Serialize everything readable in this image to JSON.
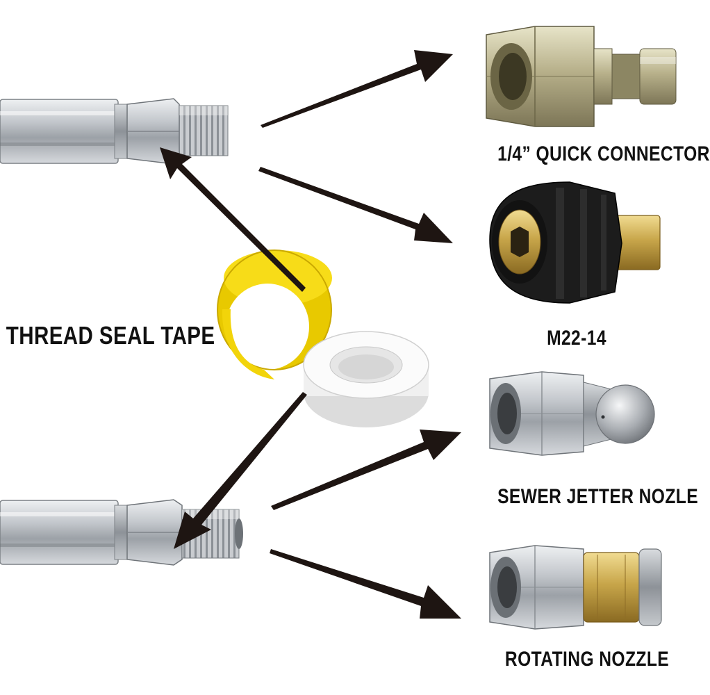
{
  "labels": {
    "quick_connector": "1/4” QUICK CONNECTOR",
    "m22": "M22-14",
    "sewer_nozzle": "SEWER JETTER NOZLE",
    "rotating_nozzle": "ROTATING NOZZLE",
    "thread_seal_tape": "THREAD SEAL TAPE"
  },
  "colors": {
    "steel": "#b8bcc2",
    "brass": "#c8a64a",
    "black_coupler": "#1c1c1c",
    "yellow_tape": "#f5d90c",
    "white_tape": "#f4f4f4",
    "arrow": "#1e1512"
  }
}
